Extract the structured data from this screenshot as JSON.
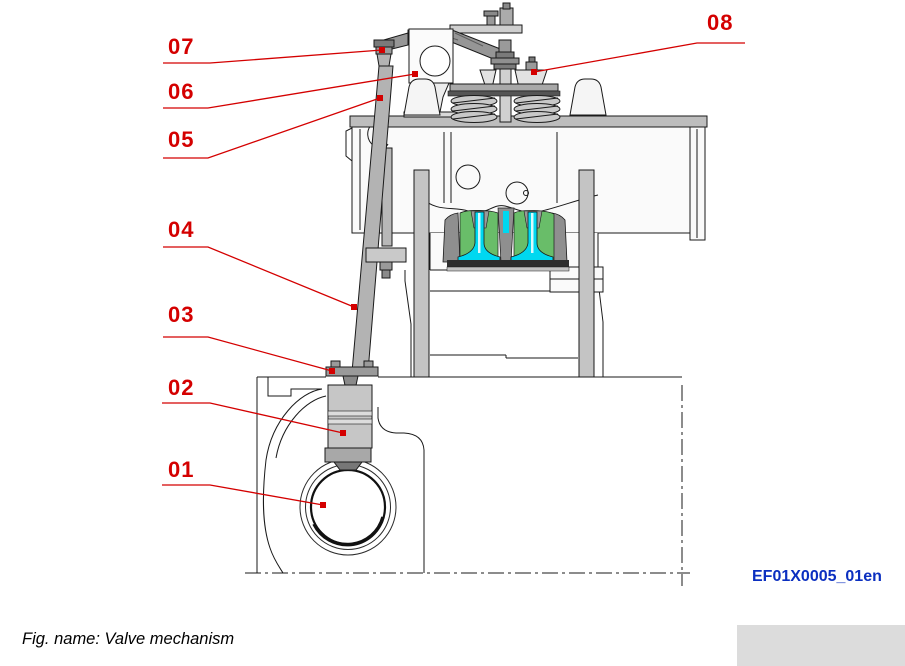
{
  "figure": {
    "caption": "Fig. name: Valve mechanism",
    "doc_code": "EF01X0005_01en"
  },
  "callouts": [
    {
      "label": "01"
    },
    {
      "label": "02"
    },
    {
      "label": "03"
    },
    {
      "label": "04"
    },
    {
      "label": "05"
    },
    {
      "label": "06"
    },
    {
      "label": "07"
    },
    {
      "label": "08"
    }
  ],
  "colors": {
    "callout_red": "#d40000",
    "doc_code_blue": "#0b2fc0",
    "port_green": "#69bd69",
    "valve_cyan": "#00d8f0"
  }
}
